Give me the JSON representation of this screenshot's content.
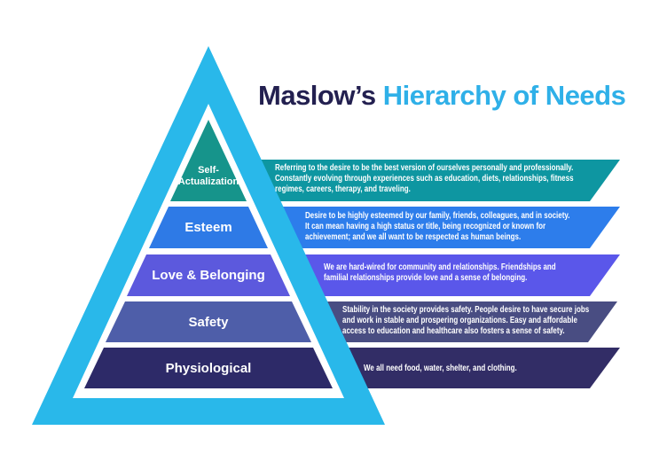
{
  "title": {
    "part1": "Maslow’s",
    "part2": "Hierarchy of Needs",
    "part1_color": "#232050",
    "part2_color": "#2fb0e8"
  },
  "pyramid": {
    "outline_color": "#29b8ea"
  },
  "levels": [
    {
      "label": "Self-Actualization",
      "shape_color": "#16948b",
      "banner_color": "#0e96a1",
      "description_lines": [
        "Referring to the desire to be the best version of ourselves personally and professionally.",
        "Constantly evolving through experiences such as education, diets, relationships, fitness",
        "regimes, careers, therapy, and traveling."
      ]
    },
    {
      "label": "Esteem",
      "shape_color": "#2e7ae6",
      "banner_color": "#2d7deb",
      "description_lines": [
        "Desire to be highly esteemed by our family, friends, colleagues, and in society.",
        "It can mean having a high status or title, being recognized or known for",
        "achievement; and we all want to be respected as human beings."
      ]
    },
    {
      "label": "Love & Belonging",
      "shape_color": "#5c59dd",
      "banner_color": "#5a57ea",
      "description_lines": [
        "We are hard-wired for community and relationships. Friendships and",
        "familial relationships provide love and a sense of belonging."
      ]
    },
    {
      "label": "Safety",
      "shape_color": "#4e5ea9",
      "banner_color": "#494d82",
      "description_lines": [
        "Stability in the society provides safety. People desire to have secure jobs",
        "and work in stable and prospering organizations. Easy and affordable",
        "access to education and healthcare also fosters a sense of safety."
      ]
    },
    {
      "label": "Physiological",
      "shape_color": "#2d2a68",
      "banner_color": "#322d66",
      "description_lines": [
        "We all need food, water, shelter, and clothing."
      ]
    }
  ]
}
